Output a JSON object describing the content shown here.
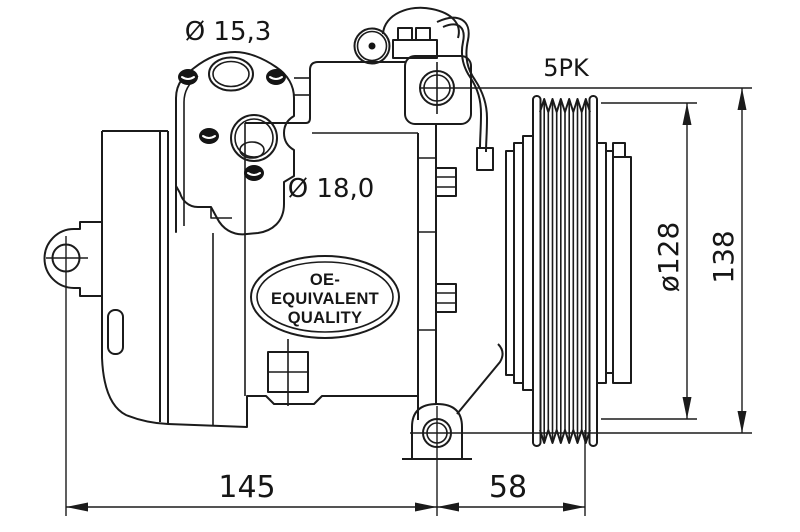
{
  "dimensions": {
    "top_port_diameter": "Ø 15,3",
    "center_port_diameter": "Ø 18,0",
    "belt_profile": "5PK",
    "pulley_diameter": "ø128",
    "overall_height": "138",
    "body_length": "145",
    "pulley_offset": "58"
  },
  "badge": {
    "line1": "OE-",
    "line2": "EQUIVALENT",
    "line3": "QUALITY"
  },
  "colors": {
    "line": "#1b1b1b",
    "background": "#ffffff",
    "hole_fill": "#141414"
  }
}
